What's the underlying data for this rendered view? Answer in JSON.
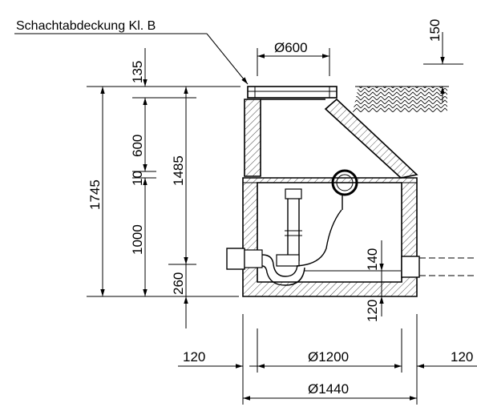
{
  "title_label": "Schachtabdeckung Kl. B",
  "dimensions": {
    "top_diameter": "Ø600",
    "cover_depth": "150",
    "frame_height": "135",
    "cone_height": "600",
    "joint": "10",
    "total_height": "1745",
    "inner_height": "1485",
    "base_ring_height": "1000",
    "floor_thickness": "260",
    "outlet_height": "140",
    "base_slab": "120",
    "wall_left": "120",
    "wall_right": "120",
    "inner_diameter": "Ø1200",
    "outer_diameter": "Ø1440"
  }
}
